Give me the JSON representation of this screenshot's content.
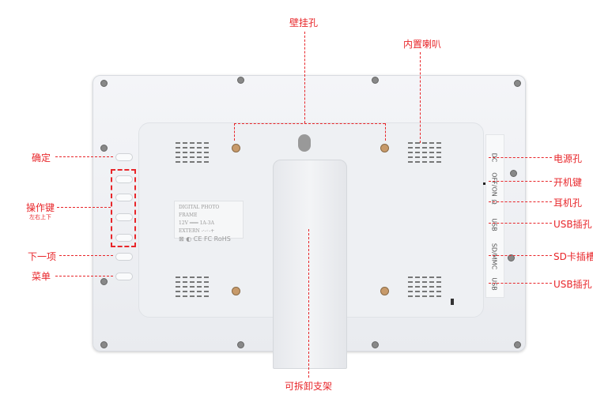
{
  "labels": {
    "wall_mount": "壁挂孔",
    "speaker": "内置喇叭",
    "confirm": "确定",
    "operation_keys": "操作键",
    "operation_keys_sub": "左右上下",
    "next": "下一项",
    "menu": "菜单",
    "dc_port": "电源孔",
    "power_key": "开机键",
    "earphone": "耳机孔",
    "usb1": "USB插孔",
    "sd_slot": "SD卡插槽",
    "usb2": "USB插孔",
    "stand": "可拆卸支架"
  },
  "ports": {
    "dc": "DC",
    "power": "OFF/ON",
    "earphone": "Ω",
    "usb1": "USB",
    "sd": "SD/MMC",
    "usb2": "USB"
  },
  "plate": {
    "line1": "DIGITAL PHOTO FRAME",
    "line2": "12V ═══ 1A-3A",
    "line3": "EXTERN   -·-◦-+",
    "line4": "⊠ ◐ CE FC RoHS"
  },
  "colors": {
    "annotation": "#e8262a",
    "frame": "#f0f1f4"
  }
}
